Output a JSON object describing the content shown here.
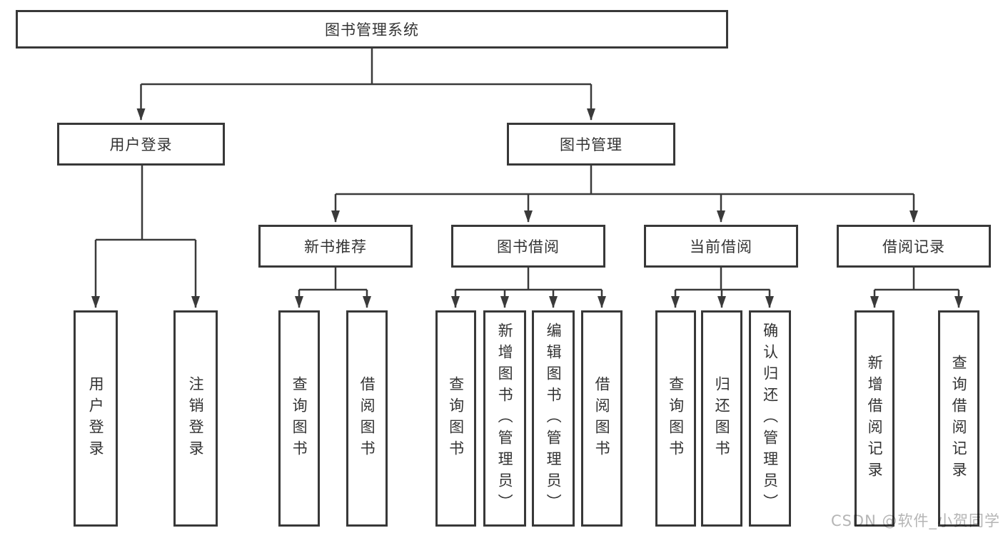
{
  "diagram": {
    "root": {
      "label": "图书管理系统"
    },
    "branches": [
      {
        "label": "用户登录",
        "children": [
          {
            "label": "用户登录"
          },
          {
            "label": "注销登录"
          }
        ]
      },
      {
        "label": "图书管理",
        "children": [
          {
            "label": "新书推荐",
            "children": [
              {
                "label": "查询图书"
              },
              {
                "label": "借阅图书"
              }
            ]
          },
          {
            "label": "图书借阅",
            "children": [
              {
                "label": "查询图书"
              },
              {
                "label": "新增图书（管理员）"
              },
              {
                "label": "编辑图书（管理员）"
              },
              {
                "label": "借阅图书"
              }
            ]
          },
          {
            "label": "当前借阅",
            "children": [
              {
                "label": "查询图书"
              },
              {
                "label": "归还图书"
              },
              {
                "label": "确认归还（管理员）"
              }
            ]
          },
          {
            "label": "借阅记录",
            "children": [
              {
                "label": "新增借阅记录"
              },
              {
                "label": "查询借阅记录"
              }
            ]
          }
        ]
      }
    ]
  },
  "watermark": {
    "text": "CSDN @软件_小贺同学"
  },
  "colors": {
    "line": "#3a3a3a",
    "border": "#383838",
    "text": "#333333",
    "watermark": "#b5b5b5",
    "background": "#ffffff"
  }
}
